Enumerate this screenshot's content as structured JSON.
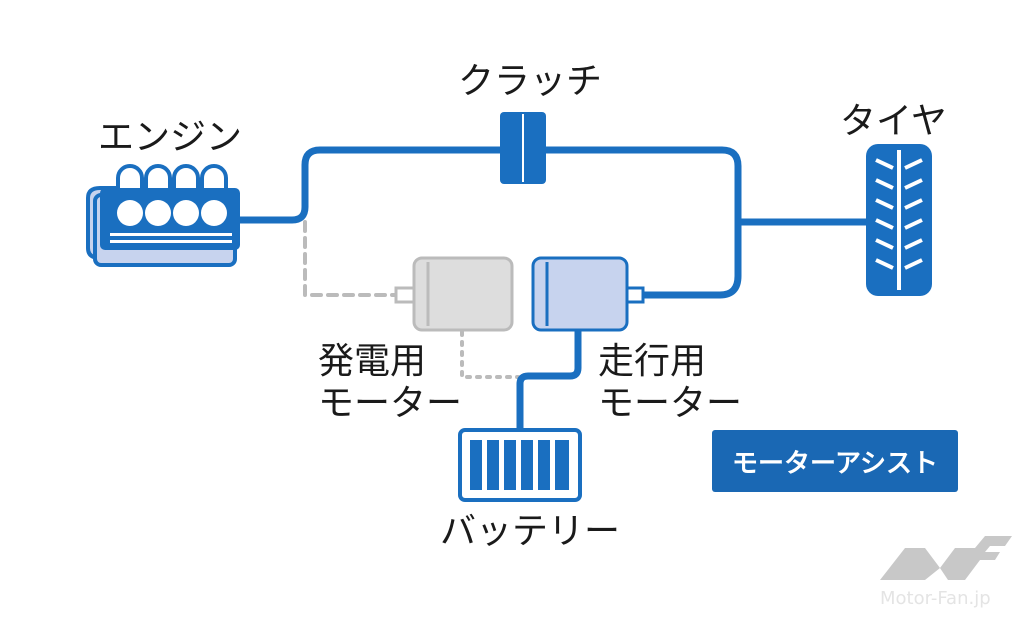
{
  "labels": {
    "engine": "エンジン",
    "clutch": "クラッチ",
    "tire": "タイヤ",
    "generator_line1": "発電用",
    "generator_line2": "モーター",
    "drive_line1": "走行用",
    "drive_line2": "モーター",
    "battery": "バッテリー"
  },
  "badge": "モーターアシスト",
  "watermark": "Motor-Fan.jp",
  "colors": {
    "line": "#1a6fc0",
    "component_fill": "#c7d3ee",
    "inactive": "#bbbbbb",
    "badge": "#1a68b4"
  }
}
